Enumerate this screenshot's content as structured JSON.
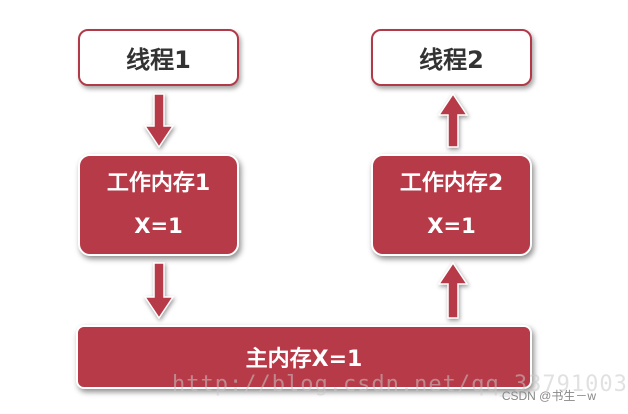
{
  "thread1": {
    "label": "线程1"
  },
  "thread2": {
    "label": "线程2"
  },
  "work_mem1": {
    "title": "工作内存1",
    "value": "X=1"
  },
  "work_mem2": {
    "title": "工作内存2",
    "value": "X=1"
  },
  "main_mem": {
    "label": "主内存X=1"
  },
  "watermark": {
    "text": "http://blog.csdn.net/qq_33791003"
  },
  "credit": {
    "text": "CSDN @书生－w"
  },
  "colors": {
    "accent": "#b63a47",
    "border": "#b23a48",
    "text": "#333333"
  }
}
